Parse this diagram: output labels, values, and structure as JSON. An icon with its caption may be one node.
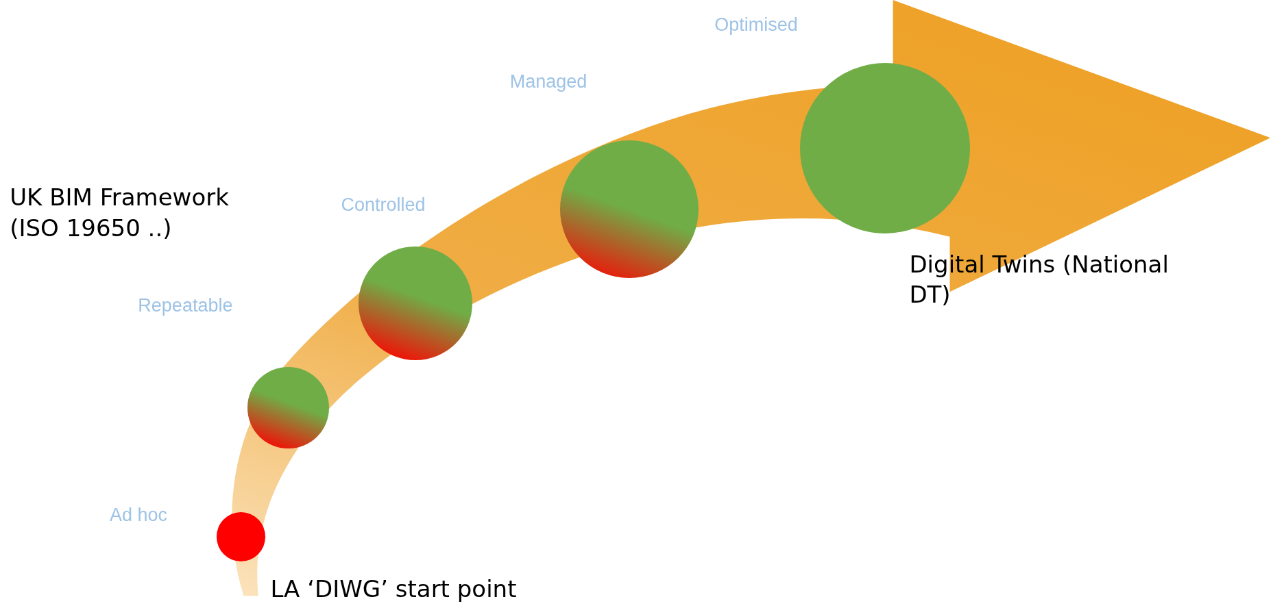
{
  "diagram": {
    "nodes": [
      {
        "text": [],
        "shape": "circle",
        "beside": [
          "Ad hoc"
        ]
      },
      {
        "text": [],
        "shape": "circle",
        "beside": [
          "Repeatable"
        ]
      },
      {
        "text": [],
        "shape": "circle",
        "beside": [
          "Controlled"
        ]
      },
      {
        "text": [],
        "shape": "circle",
        "beside": [
          "Managed"
        ]
      },
      {
        "text": [],
        "shape": "circle",
        "beside": [
          "Optimised"
        ]
      }
    ],
    "edges": [],
    "labels": [
      "UK BIM Framework (ISO 19650 ..)",
      "Digital Twins (National DT)",
      "LA ‘DIWG’ start point"
    ]
  }
}
